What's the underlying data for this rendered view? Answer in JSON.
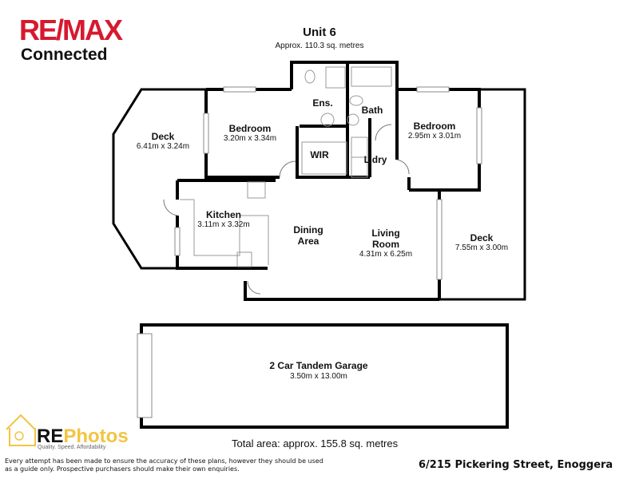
{
  "branding": {
    "agency_logo_text": "RE/MAX",
    "agency_subtitle": "Connected",
    "photographer_logo_re": "RE",
    "photographer_logo_photos": "Photos",
    "photographer_tagline": "Quality. Speed. Affordability"
  },
  "header": {
    "title": "Unit 6",
    "subtitle": "Approx. 110.3 sq. metres"
  },
  "rooms": {
    "deck_left": {
      "name": "Deck",
      "dims": "6.41m x 3.24m"
    },
    "bedroom_1": {
      "name": "Bedroom",
      "dims": "3.20m x 3.34m"
    },
    "ensuite": {
      "name": "Ens."
    },
    "wir": {
      "name": "WIR"
    },
    "bath": {
      "name": "Bath"
    },
    "laundry": {
      "name": "L'dry"
    },
    "bedroom_2": {
      "name": "Bedroom",
      "dims": "2.95m x 3.01m"
    },
    "kitchen": {
      "name": "Kitchen",
      "dims": "3.11m x 3.32m"
    },
    "dining": {
      "name_line1": "Dining",
      "name_line2": "Area"
    },
    "living": {
      "name_line1": "Living",
      "name_line2": "Room",
      "dims": "4.31m x 6.25m"
    },
    "deck_right": {
      "name": "Deck",
      "dims": "7.55m x 3.00m"
    },
    "garage": {
      "name": "2 Car Tandem Garage",
      "dims": "3.50m x 13.00m"
    }
  },
  "footer": {
    "total_area": "Total area: approx. 155.8 sq. metres",
    "disclaimer_line1": "Every attempt has been made to ensure the accuracy of these plans, however they should be used",
    "disclaimer_line2": "as a guide only.  Prospective purchasers should make their own enquiries.",
    "address": "6/215 Pickering Street, Enoggera"
  },
  "colors": {
    "remax_red": "#d7192f",
    "remax_blue": "#1b6fc1",
    "rephotos_yellow": "#f3c442",
    "wall": "#000000"
  }
}
